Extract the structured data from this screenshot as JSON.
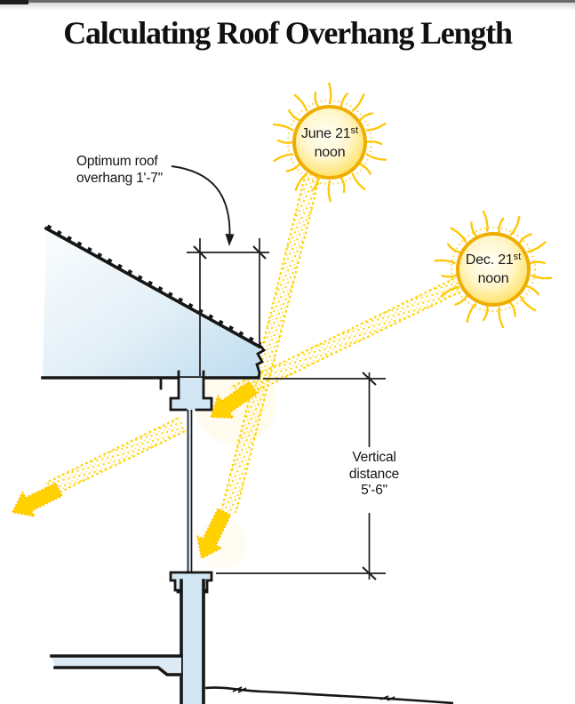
{
  "title": "Calculating Roof Overhang Length",
  "annotations": {
    "optimum": {
      "line1": "Optimum roof",
      "line2": "overhang 1'-7\""
    },
    "vertical": {
      "line1": "Vertical",
      "line2": "distance",
      "line3": "5'-6\""
    }
  },
  "suns": {
    "june": {
      "date": "June 21",
      "ordinal": "st",
      "time": "noon"
    },
    "dec": {
      "date": "Dec. 21",
      "ordinal": "st",
      "time": "noon"
    }
  },
  "colors": {
    "sun_gold": "#FFD200",
    "sun_ring": "#EFAD00",
    "ray_dot": "#FFD200",
    "roof_fill": "#C3DFF0",
    "wall_fill": "#D3E6F3",
    "line": "#161616"
  }
}
